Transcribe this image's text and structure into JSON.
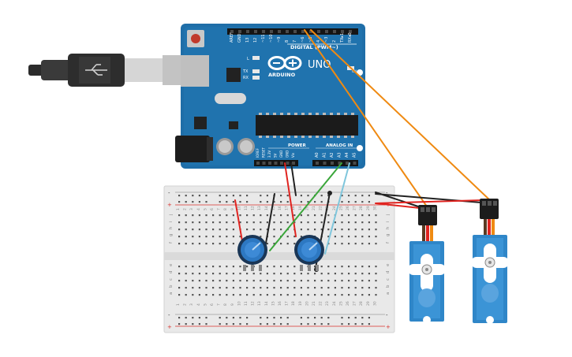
{
  "board": {
    "brand": "ARDUINO",
    "model": "UNO",
    "digital_label": "DIGITAL (PWM~)",
    "power_label": "POWER",
    "analog_label": "ANALOG IN",
    "on_label": "ON",
    "led_l": "L",
    "led_tx": "TX",
    "led_rx": "RX",
    "digital_pins": [
      "AREF",
      "GND",
      "13",
      "12",
      "~11",
      "~10",
      "~9",
      "8",
      "7",
      "~6",
      "~5",
      "4",
      "~3",
      "2",
      "TX▸1",
      "RX◂0"
    ],
    "power_pins": [
      "IOREF",
      "RESET",
      "3.3V",
      "5V",
      "GND",
      "GND",
      "Vin"
    ],
    "analog_pins": [
      "A0",
      "A1",
      "A2",
      "A3",
      "A4",
      "A5"
    ]
  },
  "breadboard": {
    "columns": [
      "1",
      "2",
      "3",
      "4",
      "5",
      "6",
      "7",
      "8",
      "9",
      "10",
      "11",
      "12",
      "13",
      "14",
      "15",
      "16",
      "17",
      "18",
      "19",
      "20",
      "21",
      "22",
      "23",
      "24",
      "25",
      "26",
      "27",
      "28",
      "29",
      "30"
    ],
    "rows_top": [
      "j",
      "i",
      "h",
      "g",
      "f"
    ],
    "rows_bottom": [
      "e",
      "d",
      "c",
      "b",
      "a"
    ],
    "plus": "+",
    "minus": "-"
  },
  "colors": {
    "board_blue": "#1f6ea8",
    "board_dark": "#175a8c",
    "wire_red": "#e0231f",
    "wire_black": "#222222",
    "wire_green": "#3aa63a",
    "wire_cyan": "#7fc6dc",
    "wire_orange": "#ef8a12",
    "servo_blue": "#2f86c8",
    "pot_blue": "#2d78c2"
  },
  "components": {
    "usb_cable": "usb-cable",
    "potentiometers": 2,
    "servos": 2
  }
}
